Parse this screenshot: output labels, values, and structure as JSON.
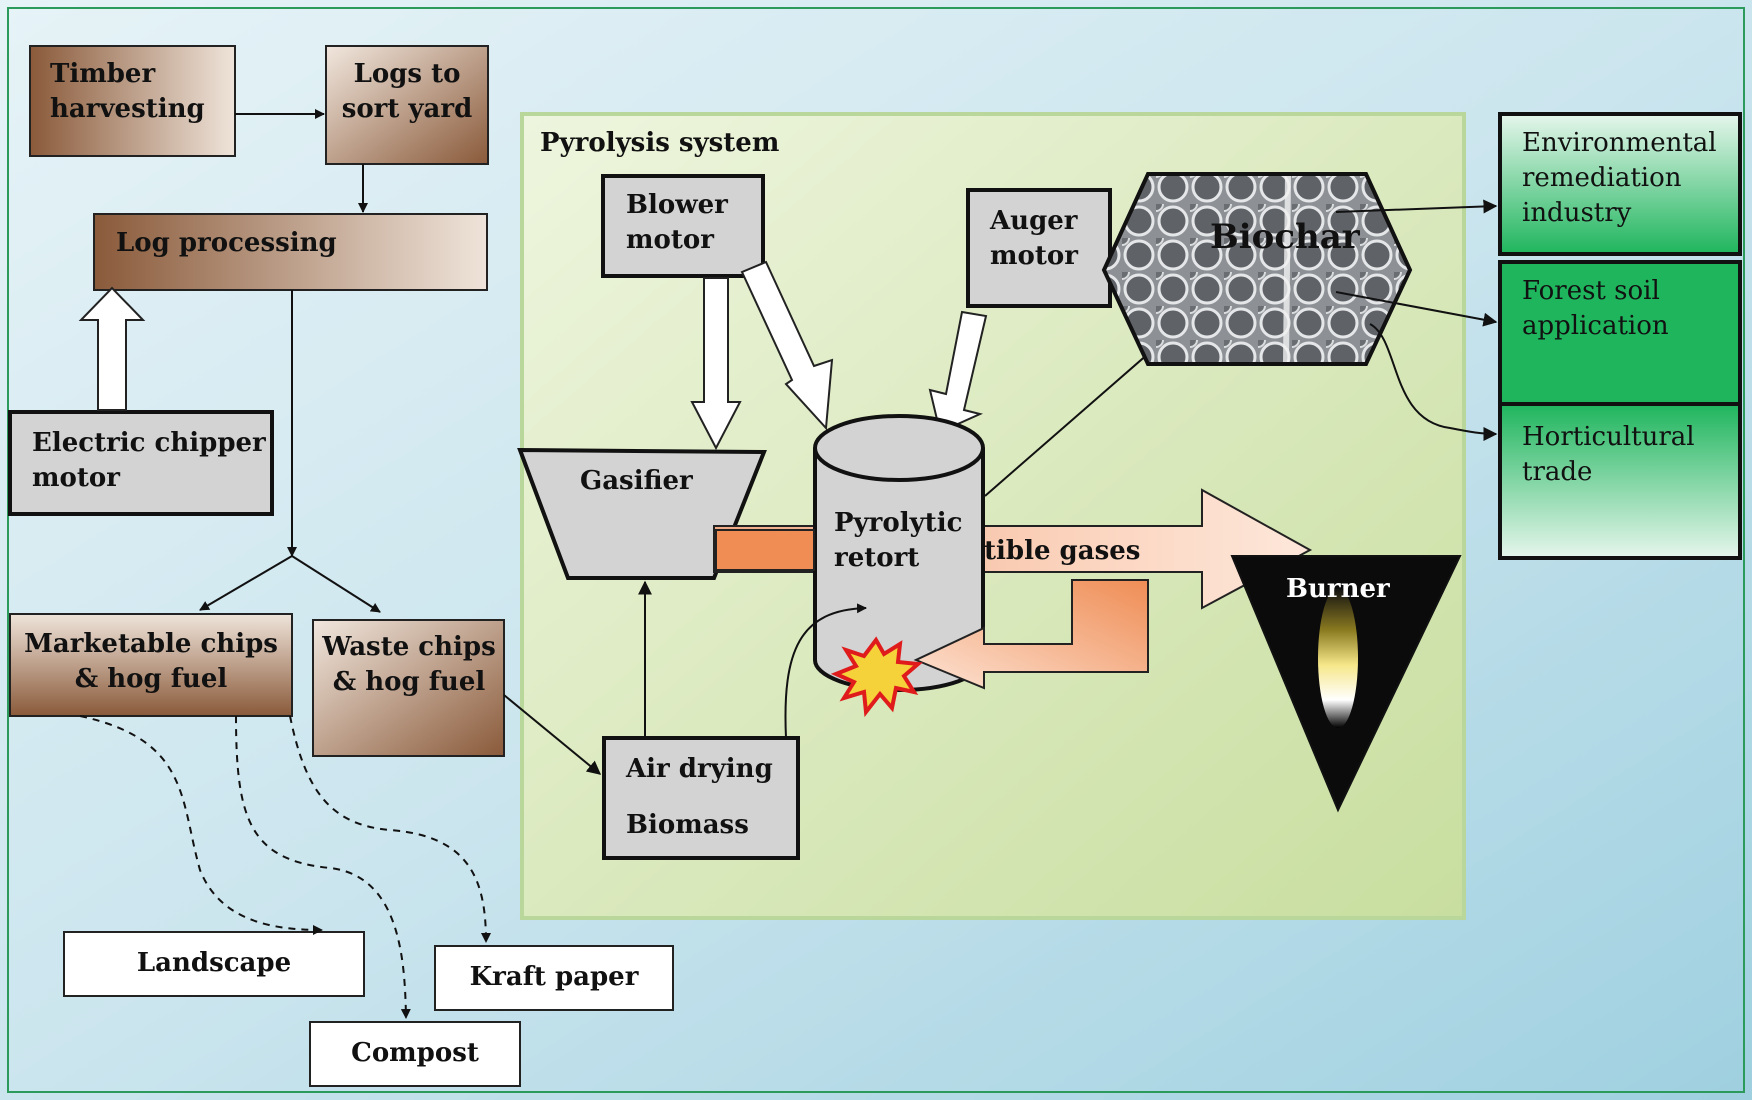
{
  "labels": {
    "timber": "Timber harvesting",
    "logs": "Logs to sort yard",
    "log_processing": "Log processing",
    "chipper": "Electric chipper motor",
    "marketable": "Marketable chips & hog fuel",
    "waste": "Waste chips & hog fuel",
    "landscape": "Landscape",
    "compost": "Compost",
    "kraft": "Kraft paper",
    "pyrolysis_system": "Pyrolysis system",
    "blower": "Blower motor",
    "auger": "Auger motor",
    "gasifier": "Gasifier",
    "retort": "Pyrolytic retort",
    "gases": "tible gases",
    "air_drying": "Air drying",
    "biomass": "Biomass",
    "biochar": "Biochar",
    "burner": "Burner",
    "env": "Environmental remediation industry",
    "forest": "Forest soil application",
    "horti": "Horticultural trade"
  },
  "colors": {
    "brown_dark": "#8a5a3a",
    "brown_light": "#efe4da",
    "grey_box": "#d3d3d3",
    "green_panel": "#d7e8bd",
    "green_box": "#1fb55d",
    "green_light": "#cfeedd",
    "arrow_orange": "#ef8d55",
    "arrow_peach": "#fbd0b8"
  }
}
